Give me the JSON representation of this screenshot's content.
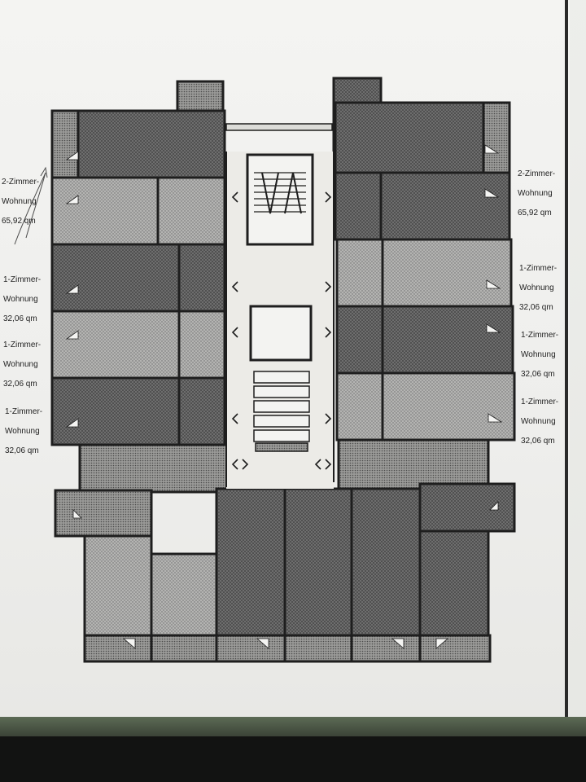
{
  "colors": {
    "paper": "#f0f0ee",
    "wall": "#1f1f1f",
    "dark_fill": "#6a6a6a",
    "light_fill": "#a8a8a8",
    "corridor": "#eceae6",
    "folder": "#4a5645"
  },
  "labels_left": [
    {
      "line1": "2-Zimmer-",
      "line2": "Wohnung",
      "line3": "65,92 qm"
    },
    {
      "line1": "1-Zimmer-",
      "line2": "Wohnung",
      "line3": "32,06 qm"
    },
    {
      "line1": "1-Zimmer-",
      "line2": "Wohnung",
      "line3": "32,06 qm"
    },
    {
      "line1": "1-Zimmer-",
      "line2": "Wohnung",
      "line3": "32,06 qm"
    }
  ],
  "labels_right": [
    {
      "line1": "2-Zimmer-",
      "line2": "Wohnung",
      "line3": "65,92 qm"
    },
    {
      "line1": "1-Zimmer-",
      "line2": "Wohnung",
      "line3": "32,06 qm"
    },
    {
      "line1": "1-Zimmer-",
      "line2": "Wohnung",
      "line3": "32,06 qm"
    },
    {
      "line1": "1-Zimmer-",
      "line2": "Wohnung",
      "line3": "32,06 qm"
    }
  ]
}
